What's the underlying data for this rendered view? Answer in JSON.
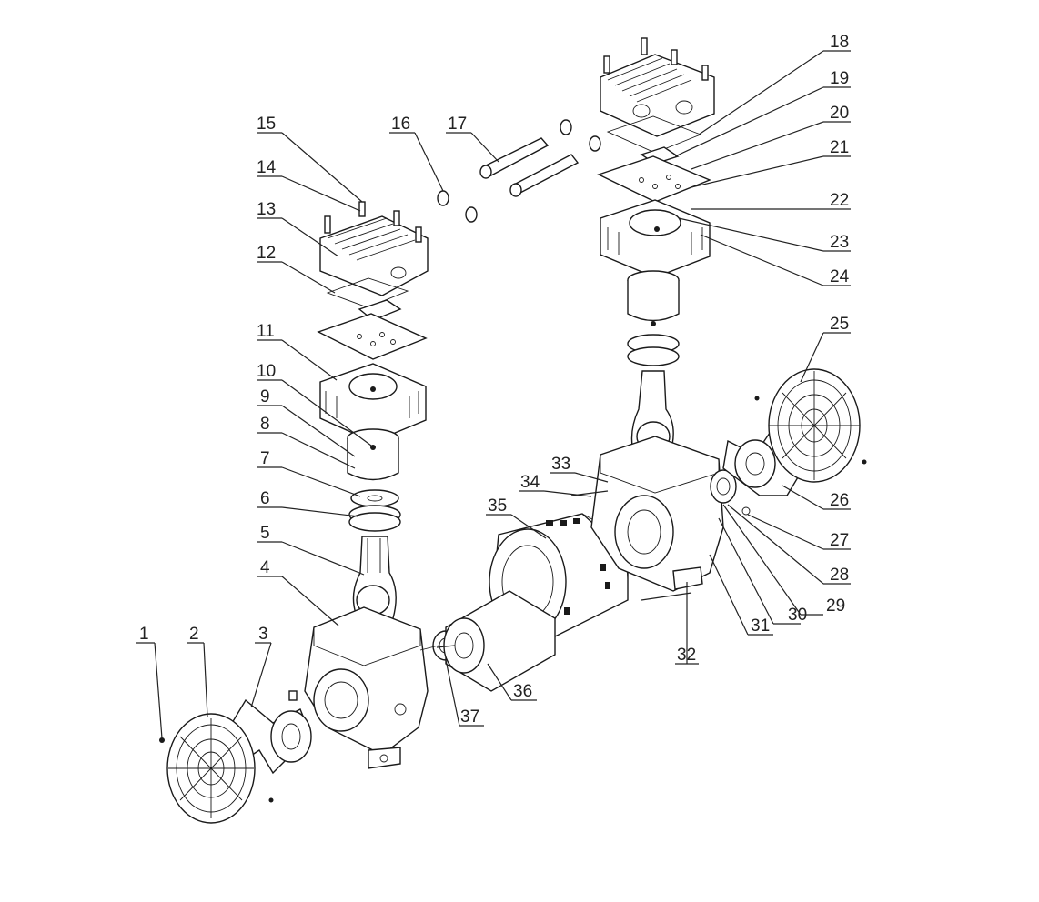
{
  "callouts": [
    {
      "id": "1",
      "text": "1"
    },
    {
      "id": "2",
      "text": "2"
    },
    {
      "id": "3",
      "text": "3"
    },
    {
      "id": "4",
      "text": "4"
    },
    {
      "id": "5",
      "text": "5"
    },
    {
      "id": "6",
      "text": "6"
    },
    {
      "id": "7",
      "text": "7"
    },
    {
      "id": "8",
      "text": "8"
    },
    {
      "id": "9",
      "text": "9"
    },
    {
      "id": "10",
      "text": "10"
    },
    {
      "id": "11",
      "text": "11"
    },
    {
      "id": "12",
      "text": "12"
    },
    {
      "id": "13",
      "text": "13"
    },
    {
      "id": "14",
      "text": "14"
    },
    {
      "id": "15",
      "text": "15"
    },
    {
      "id": "16",
      "text": "16"
    },
    {
      "id": "17",
      "text": "17"
    },
    {
      "id": "18",
      "text": "18"
    },
    {
      "id": "19",
      "text": "19"
    },
    {
      "id": "20",
      "text": "20"
    },
    {
      "id": "21",
      "text": "21"
    },
    {
      "id": "22",
      "text": "22"
    },
    {
      "id": "23",
      "text": "23"
    },
    {
      "id": "24",
      "text": "24"
    },
    {
      "id": "25",
      "text": "25"
    },
    {
      "id": "26",
      "text": "26"
    },
    {
      "id": "27",
      "text": "27"
    },
    {
      "id": "28",
      "text": "28"
    },
    {
      "id": "29",
      "text": "29"
    },
    {
      "id": "30",
      "text": "30"
    },
    {
      "id": "31",
      "text": "31"
    },
    {
      "id": "32",
      "text": "32"
    },
    {
      "id": "33",
      "text": "33"
    },
    {
      "id": "34",
      "text": "34"
    },
    {
      "id": "35",
      "text": "35"
    },
    {
      "id": "36",
      "text": "36"
    },
    {
      "id": "37",
      "text": "37"
    }
  ]
}
